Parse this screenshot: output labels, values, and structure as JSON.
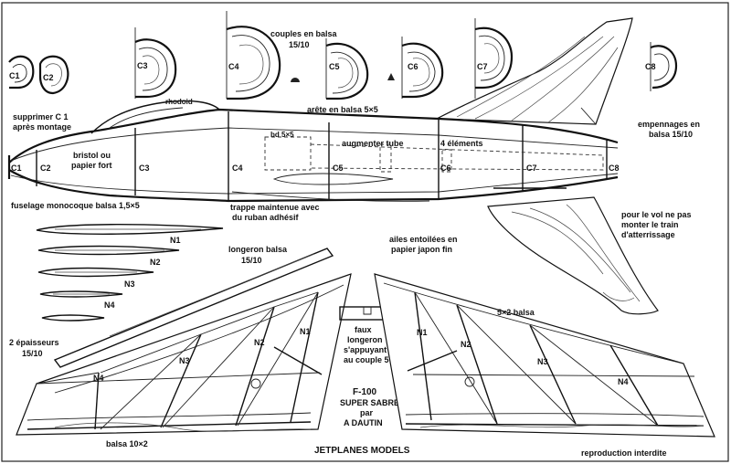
{
  "couples_section": {
    "title": "couples en balsa",
    "thickness": "15/10",
    "labels": [
      "C1",
      "C2",
      "C3",
      "C4",
      "C5",
      "C6",
      "C7",
      "C8"
    ],
    "rhodoid": "rhodoid"
  },
  "fuselage": {
    "remove_c1": "supprimer C 1",
    "after_assembly": "après montage",
    "bristol_1": "bristol ou",
    "bristol_2": "papier fort",
    "ridge": "arête en balsa 5×5",
    "bd": "bd 5×5",
    "augment_tube": "augmenter tube",
    "elements": "4 éléments",
    "monocoque": "fuselage monocoque balsa 1,5×5",
    "trap_1": "trappe maintenue avec",
    "trap_2": "du ruban adhésif",
    "frame_labels": [
      "C1",
      "C2",
      "C3",
      "C4",
      "C5",
      "C6",
      "C7",
      "C8"
    ]
  },
  "tail": {
    "label_1": "empennages en",
    "label_2": "balsa 15/10"
  },
  "flight_note": {
    "line1": "pour le vol ne pas",
    "line2": "monter le train",
    "line3": "d'atterrissage"
  },
  "ribs": {
    "labels": [
      "N1",
      "N2",
      "N3",
      "N4"
    ]
  },
  "longeron": {
    "line1": "longeron balsa",
    "line2": "15/10"
  },
  "wing_note": {
    "line1": "ailes entoilées en",
    "line2": "papier japon fin"
  },
  "thickness_note": {
    "line1": "2 épaisseurs",
    "line2": "15/10"
  },
  "faux_longeron": {
    "line1": "faux",
    "line2": "longeron",
    "line3": "s'appuyant",
    "line4": "au couple 5"
  },
  "balsa_52": "5×2 balsa",
  "balsa_10": "balsa 10×2",
  "left_wing_ribs": [
    "N1",
    "N2",
    "N3",
    "N4"
  ],
  "right_wing_ribs": [
    "N1",
    "N2",
    "N3",
    "N4"
  ],
  "title": {
    "name": "F-100",
    "subname": "SUPER SABRE",
    "by": "par",
    "author": "A DAUTIN"
  },
  "publisher": "JETPLANES MODELS",
  "rights": "reproduction interdite"
}
